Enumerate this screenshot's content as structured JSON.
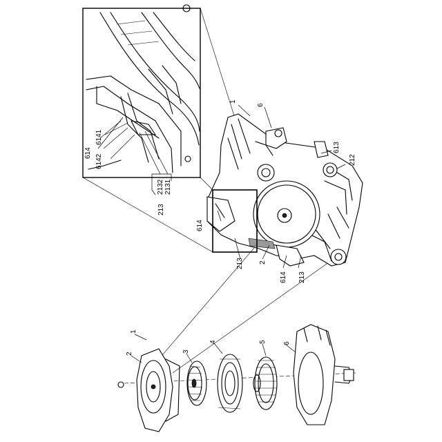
{
  "labels": {
    "assembly_top": "1",
    "assembly_bottom": "1",
    "part_2_top": "2",
    "part_2_bottom": "2",
    "part_3": "3",
    "part_4": "4",
    "part_5": "5",
    "part_6_top": "6",
    "part_6_bottom": "6",
    "part_212": "212",
    "part_613": "613",
    "part_213_a": "213",
    "part_213_b": "213",
    "part_213_detail": "213",
    "part_614_a": "614",
    "part_614_b": "614",
    "part_614_detail": "614",
    "part_6141": "6141",
    "part_6142": "6142",
    "part_2131": "2131",
    "part_2132": "2132"
  },
  "colors": {
    "line": "#000000",
    "background": "#ffffff"
  }
}
